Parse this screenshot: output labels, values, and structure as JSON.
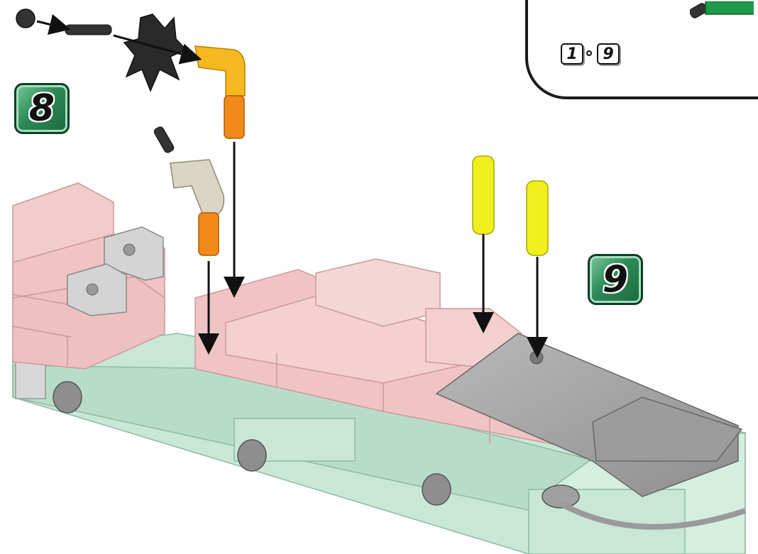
{
  "steps": {
    "step_8": "8",
    "step_9": "9"
  },
  "callout": {
    "range_start": "1",
    "range_end": "9"
  },
  "colors": {
    "brick_pink": "#f0c6c6",
    "plate_mint": "#c6e5d4",
    "brick_gray": "#a9a9a9",
    "connector_yellow": "#f0f01e",
    "connector_orange": "#f28a1a",
    "badge_green": "#2d8a56"
  },
  "icons": [
    "black-gear-icon",
    "orange-angle-connector-icon",
    "tan-angle-connector-icon",
    "yellow-pin-icon",
    "assembly-arrow-icon"
  ]
}
